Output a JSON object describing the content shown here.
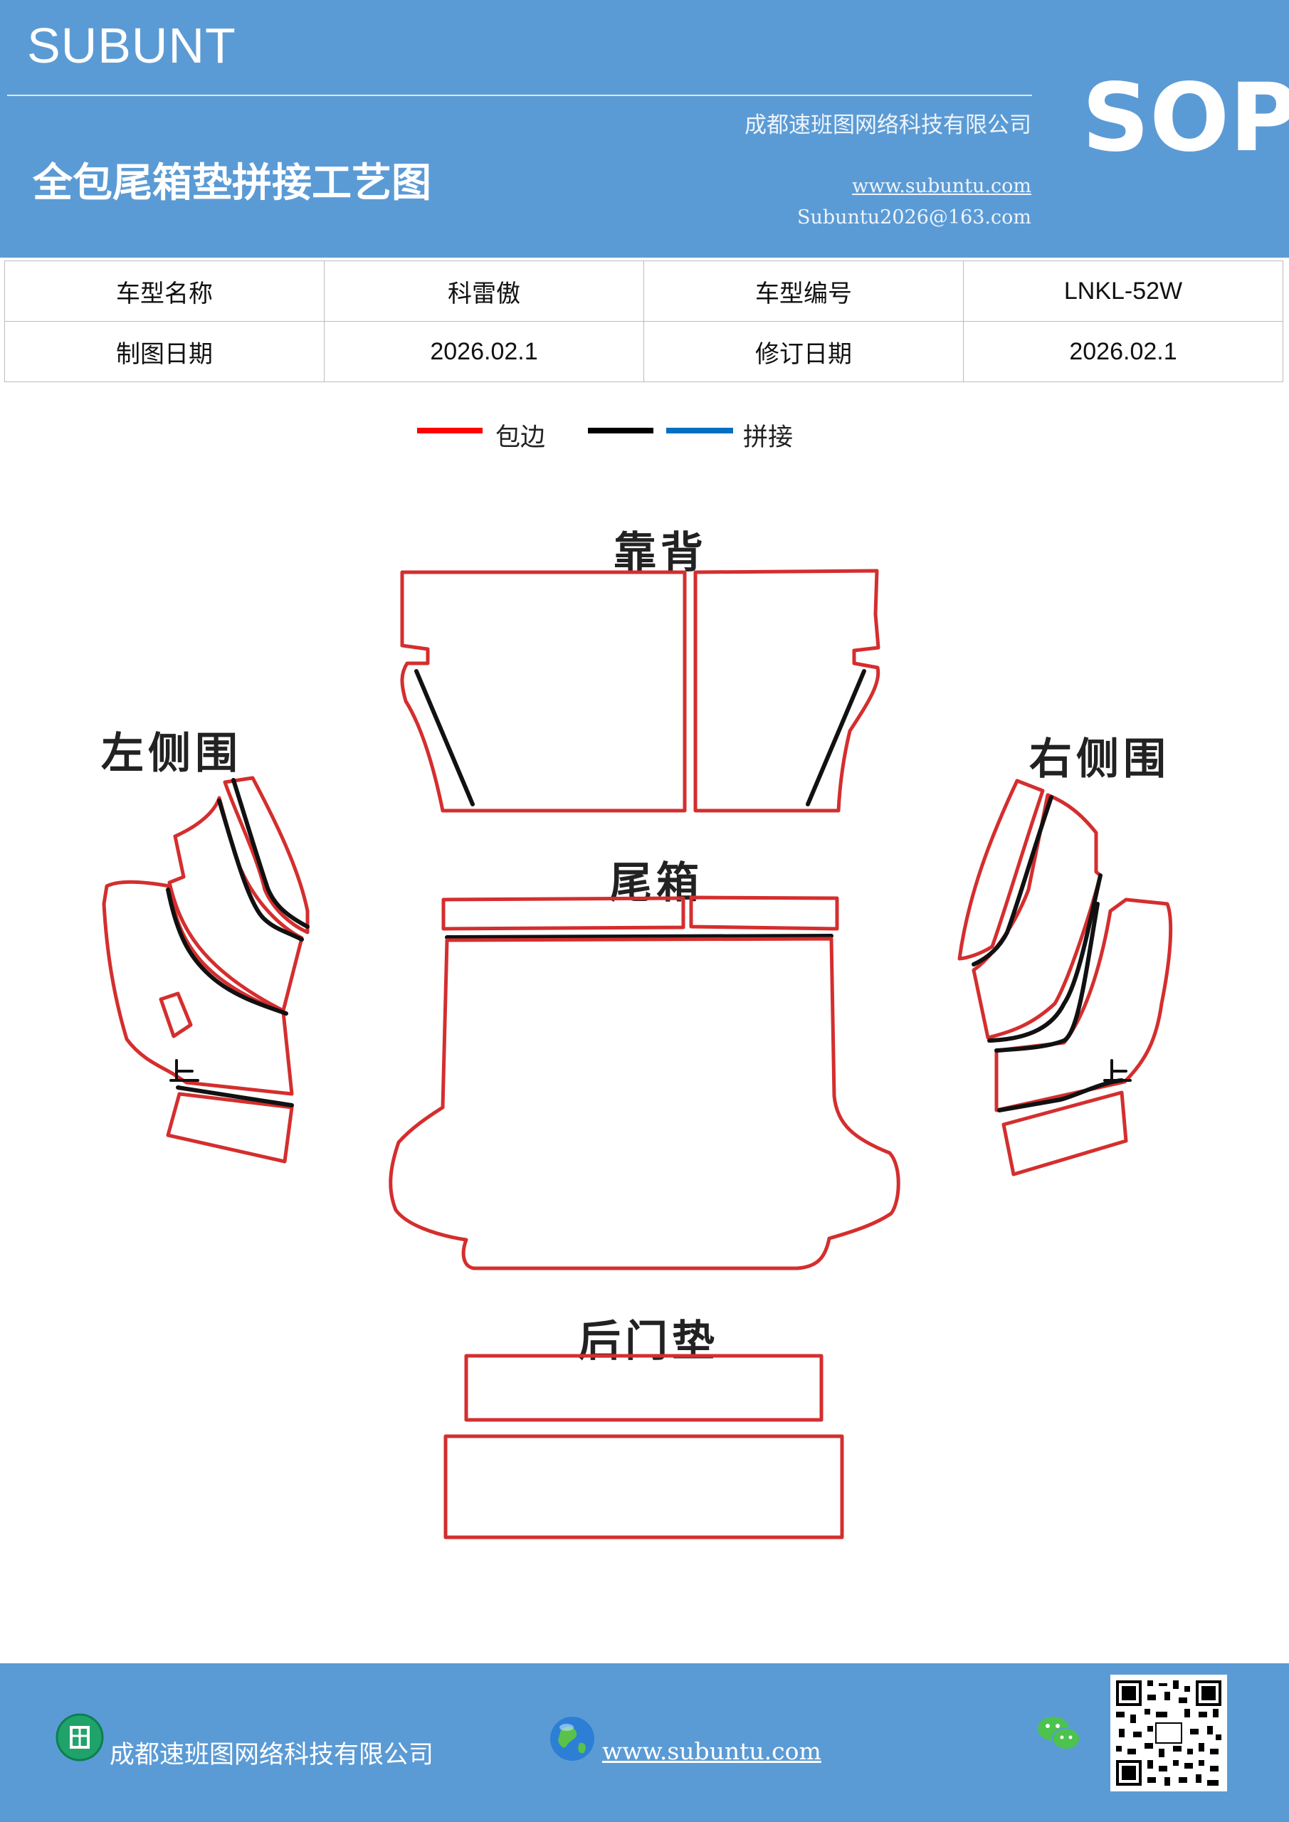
{
  "header": {
    "brand": "SUBUNT",
    "company": "成都速班图网络科技有限公司",
    "title": "全包尾箱垫拼接工艺图",
    "website": "www.subuntu.com",
    "email": "Subuntu2026@163.com",
    "badge": "SOP"
  },
  "info_table": {
    "rows": [
      {
        "label1": "车型名称",
        "value1": "科雷傲",
        "label2": "车型编号",
        "value2": "LNKL-52W"
      },
      {
        "label1": "制图日期",
        "value1": "2026.02.1",
        "label2": "修订日期",
        "value2": "2026.02.1"
      }
    ]
  },
  "legend": {
    "items": [
      {
        "label": "包边",
        "color": "#ff0000"
      },
      {
        "label": "",
        "color": "#000000"
      },
      {
        "label": "拼接",
        "color": "#0070c0"
      }
    ]
  },
  "parts": {
    "backrest": "靠背",
    "left_side": "左侧围",
    "right_side": "右侧围",
    "trunk": "尾箱",
    "tailgate": "后门垫"
  },
  "colors": {
    "header_bg": "#5b9bd5",
    "edge_red": "#d42e2e",
    "seam_black": "#111111"
  },
  "footer": {
    "company": "成都速班图网络科技有限公司",
    "website": "www.subuntu.com",
    "icons": [
      "building-icon",
      "globe-icon",
      "wechat-icon",
      "qr-code"
    ]
  }
}
